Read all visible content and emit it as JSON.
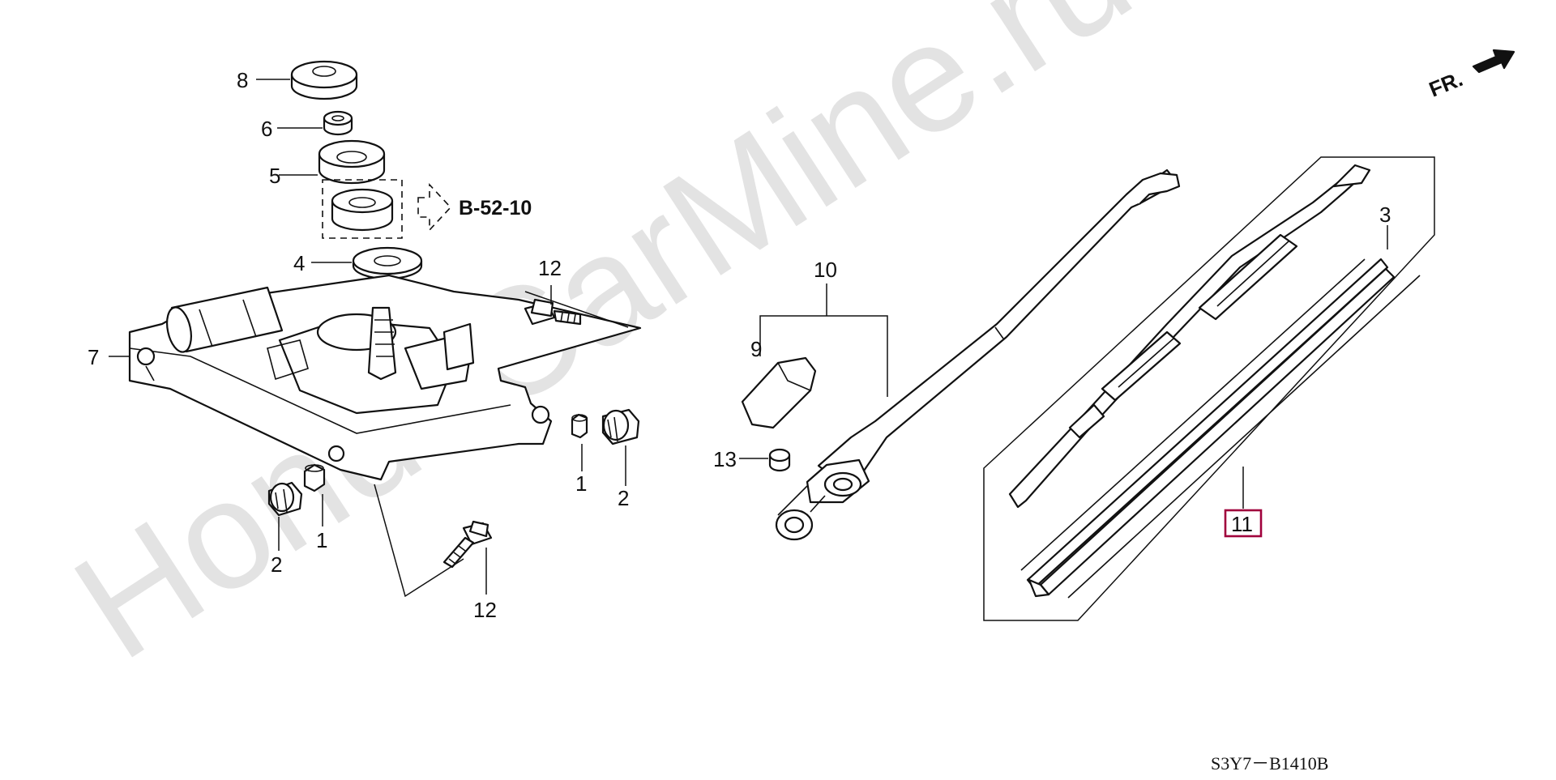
{
  "watermark": "HondaCarMine.ru",
  "direction_label": "FR.",
  "reference": "B-52-10",
  "diagram_code": "S3Y7－B1410B",
  "highlight_color": "#a0003c",
  "callouts": [
    {
      "id": "c8",
      "text": "8"
    },
    {
      "id": "c6",
      "text": "6"
    },
    {
      "id": "c5",
      "text": "5"
    },
    {
      "id": "c4",
      "text": "4"
    },
    {
      "id": "c12a",
      "text": "12"
    },
    {
      "id": "c7",
      "text": "7"
    },
    {
      "id": "c1a",
      "text": "1"
    },
    {
      "id": "c2a",
      "text": "2"
    },
    {
      "id": "c2b",
      "text": "2"
    },
    {
      "id": "c1b",
      "text": "1"
    },
    {
      "id": "c12b",
      "text": "12"
    },
    {
      "id": "c10",
      "text": "10"
    },
    {
      "id": "c9",
      "text": "9"
    },
    {
      "id": "c13",
      "text": "13"
    },
    {
      "id": "c3",
      "text": "3"
    },
    {
      "id": "c11",
      "text": "11"
    }
  ]
}
